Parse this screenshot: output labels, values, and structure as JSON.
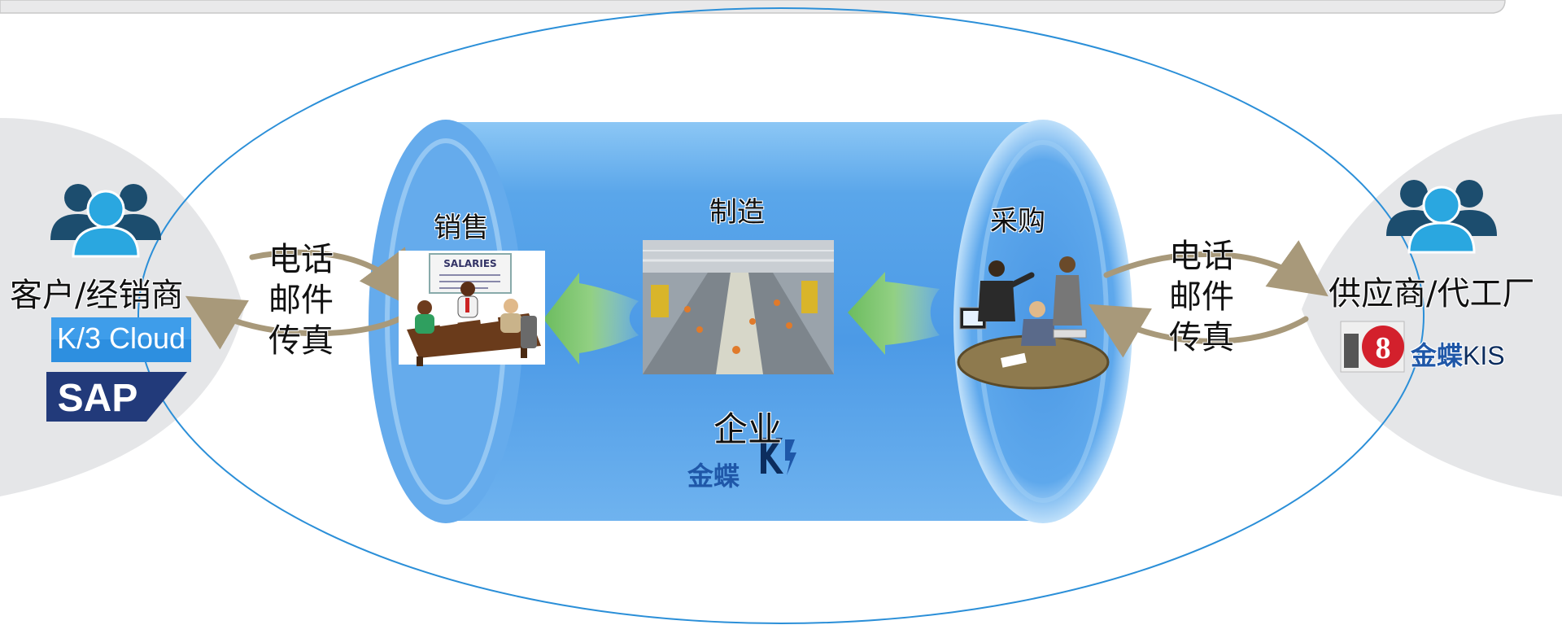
{
  "left_party": {
    "label": "客户/经销商",
    "channels": [
      "电话",
      "邮件",
      "传真"
    ],
    "logos": [
      {
        "name": "k3cloud-logo",
        "text": "K/3 Cloud"
      },
      {
        "name": "sap-logo",
        "text": "SAP"
      }
    ]
  },
  "right_party": {
    "label": "供应商/代工厂",
    "channels": [
      "电话",
      "邮件",
      "传真"
    ],
    "logo": {
      "brand": "金蝶",
      "product": "KIS"
    }
  },
  "enterprise": {
    "label": "企业",
    "logo": {
      "brand": "金蝶",
      "product": "K3"
    },
    "departments": {
      "sales": "销售",
      "manufacturing": "制造",
      "purchasing": "采购"
    },
    "sales_board_text": "SALARIES"
  },
  "colors": {
    "ellipse_stroke": "#2b8fd8",
    "side_fill": "#e5e6e8",
    "tube": "#5aa6ea",
    "arrow_green": "#7dc47a",
    "arrow_beige": "#a8997a",
    "people_dark": "#1c4d6e",
    "people_light": "#2aa7e0"
  }
}
